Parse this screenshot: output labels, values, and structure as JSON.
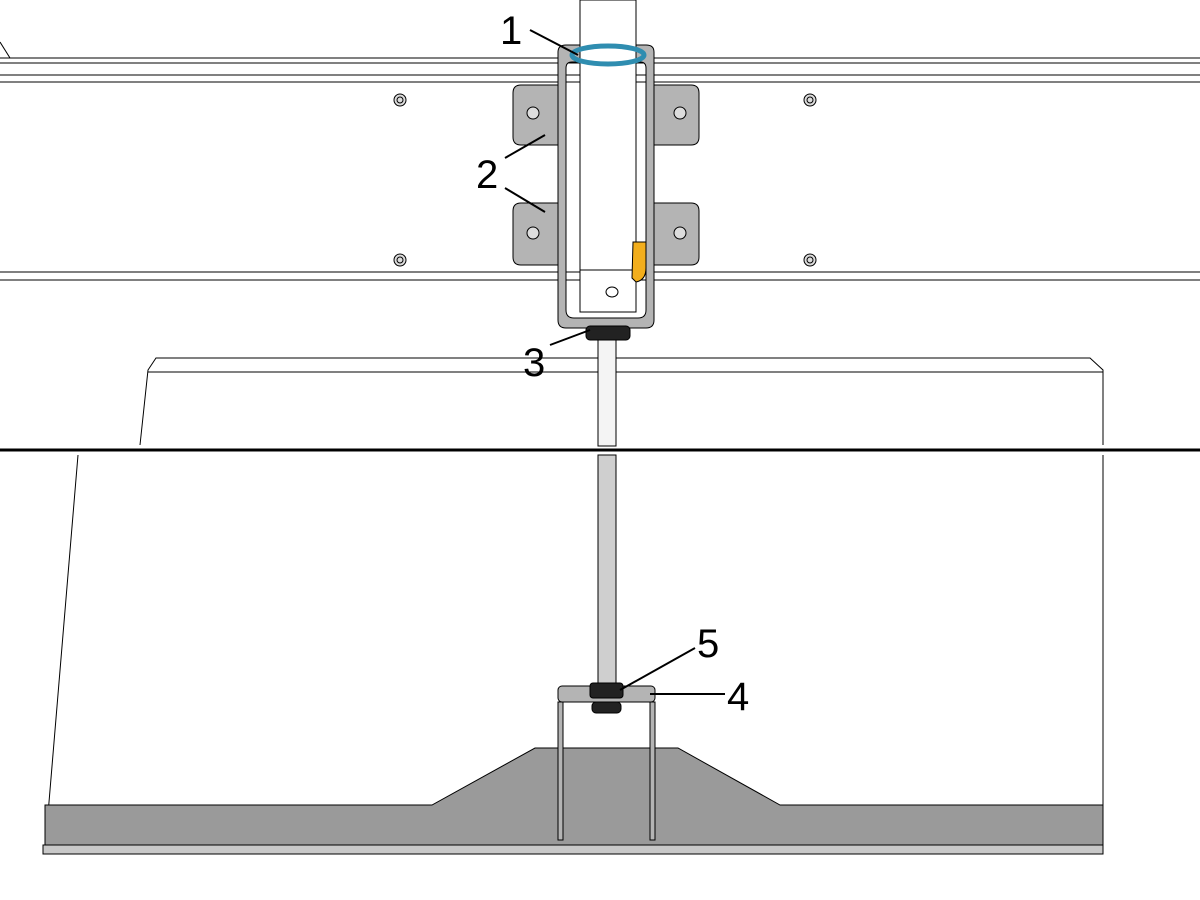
{
  "diagram": {
    "callouts": [
      {
        "id": "1",
        "label": "1"
      },
      {
        "id": "2",
        "label": "2"
      },
      {
        "id": "3",
        "label": "3"
      },
      {
        "id": "4",
        "label": "4"
      },
      {
        "id": "5",
        "label": "5"
      }
    ],
    "colors": {
      "ring": "#2f8db0",
      "fitting": "#f2ae1c",
      "bracket": "#b4b4b4",
      "floor": "#9a9a9a",
      "rod": "#cfcfcf",
      "nut": "#222222"
    }
  }
}
